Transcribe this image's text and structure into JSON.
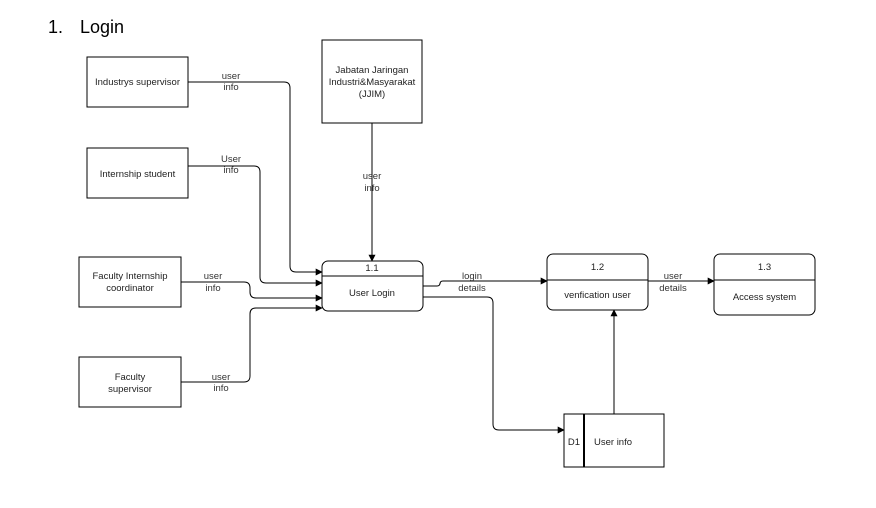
{
  "heading": {
    "number": "1.",
    "title": "Login"
  },
  "entities": {
    "industry_supervisor": {
      "label": [
        "Industrys  supervisor"
      ]
    },
    "internship_student": {
      "label": [
        "Internship student"
      ]
    },
    "faculty_coordinator": {
      "label": [
        "Faculty Internship",
        "coordinator"
      ]
    },
    "faculty_supervisor": {
      "label": [
        "Faculty",
        "supervisor"
      ]
    },
    "jjim": {
      "label": [
        "Jabatan Jaringan",
        "Industri&Masyarakat",
        "(JJIM)"
      ]
    }
  },
  "processes": {
    "p1_1": {
      "number": "1.1",
      "name": "User Login"
    },
    "p1_2": {
      "number": "1.2",
      "name": "venfication user"
    },
    "p1_3": {
      "number": "1.3",
      "name": "Access system"
    }
  },
  "datastore": {
    "id": "D1",
    "name": "User info"
  },
  "flows": {
    "f_industry": [
      "user",
      "info"
    ],
    "f_student": [
      "User",
      "info"
    ],
    "f_coordinator": [
      "user",
      "info"
    ],
    "f_fac_supervisor": [
      "user",
      "info"
    ],
    "f_jjim": [
      "user",
      "info"
    ],
    "f_login_details": [
      "login",
      "details"
    ],
    "f_user_details": [
      "user",
      "details"
    ]
  }
}
